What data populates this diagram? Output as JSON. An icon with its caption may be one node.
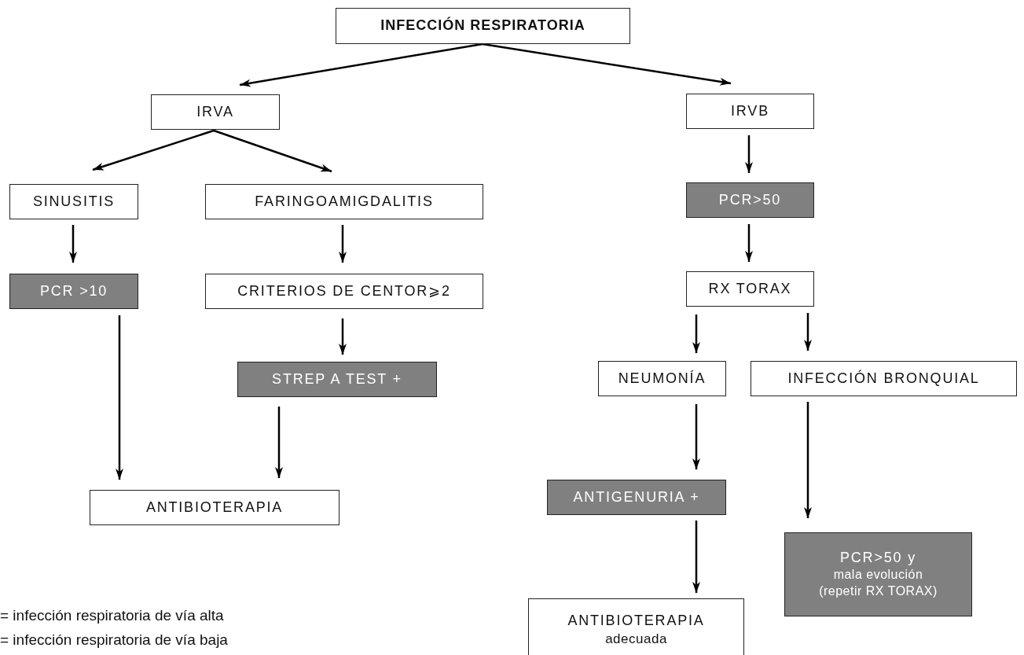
{
  "diagram": {
    "nodes": [
      {
        "text": [
          "INFECCIÓN RESPIRATORIA"
        ]
      },
      {
        "text": [
          "IRVA"
        ]
      },
      {
        "text": [
          "IRVB"
        ]
      },
      {
        "text": [
          "SINUSITIS"
        ]
      },
      {
        "text": [
          "FARINGOAMIGDALITIS"
        ]
      },
      {
        "text": [
          "PCR >10"
        ]
      },
      {
        "text": [
          "CRITERIOS DE CENTOR⩾2"
        ]
      },
      {
        "text": [
          "PCR>50"
        ]
      },
      {
        "text": [
          "RX TORAX"
        ]
      },
      {
        "text": [
          "STREP A TEST +"
        ]
      },
      {
        "text": [
          "NEUMONÍA"
        ]
      },
      {
        "text": [
          "INFECCIÓN BRONQUIAL"
        ]
      },
      {
        "text": [
          "ANTIBIOTERAPIA"
        ]
      },
      {
        "text": [
          "ANTIGENURIA +"
        ]
      },
      {
        "text": [
          "PCR>50 y",
          "mala evolución (repetir RX TORAX)"
        ]
      },
      {
        "text": [
          "ANTIBIOTERAPIA",
          "adecuada"
        ]
      }
    ],
    "edges": [
      {
        "from": 0,
        "to": 1,
        "arrow": "to"
      },
      {
        "from": 0,
        "to": 2,
        "arrow": "to"
      },
      {
        "from": 1,
        "to": 3,
        "arrow": "to"
      },
      {
        "from": 1,
        "to": 4,
        "arrow": "to"
      },
      {
        "from": 3,
        "to": 5,
        "arrow": "to"
      },
      {
        "from": 4,
        "to": 6,
        "arrow": "to"
      },
      {
        "from": 6,
        "to": 9,
        "arrow": "to"
      },
      {
        "from": 5,
        "to": 12,
        "arrow": "to"
      },
      {
        "from": 9,
        "to": 12,
        "arrow": "to"
      },
      {
        "from": 2,
        "to": 7,
        "arrow": "to"
      },
      {
        "from": 7,
        "to": 8,
        "arrow": "to"
      },
      {
        "from": 8,
        "to": 10,
        "arrow": "to"
      },
      {
        "from": 8,
        "to": 11,
        "arrow": "to"
      },
      {
        "from": 10,
        "to": 13,
        "arrow": "to"
      },
      {
        "from": 13,
        "to": 15,
        "arrow": "to"
      },
      {
        "from": 11,
        "to": 14,
        "arrow": "to"
      }
    ],
    "labels": [
      "= infección respiratoria de vía alta",
      "= infección respiratoria de vía baja"
    ]
  }
}
